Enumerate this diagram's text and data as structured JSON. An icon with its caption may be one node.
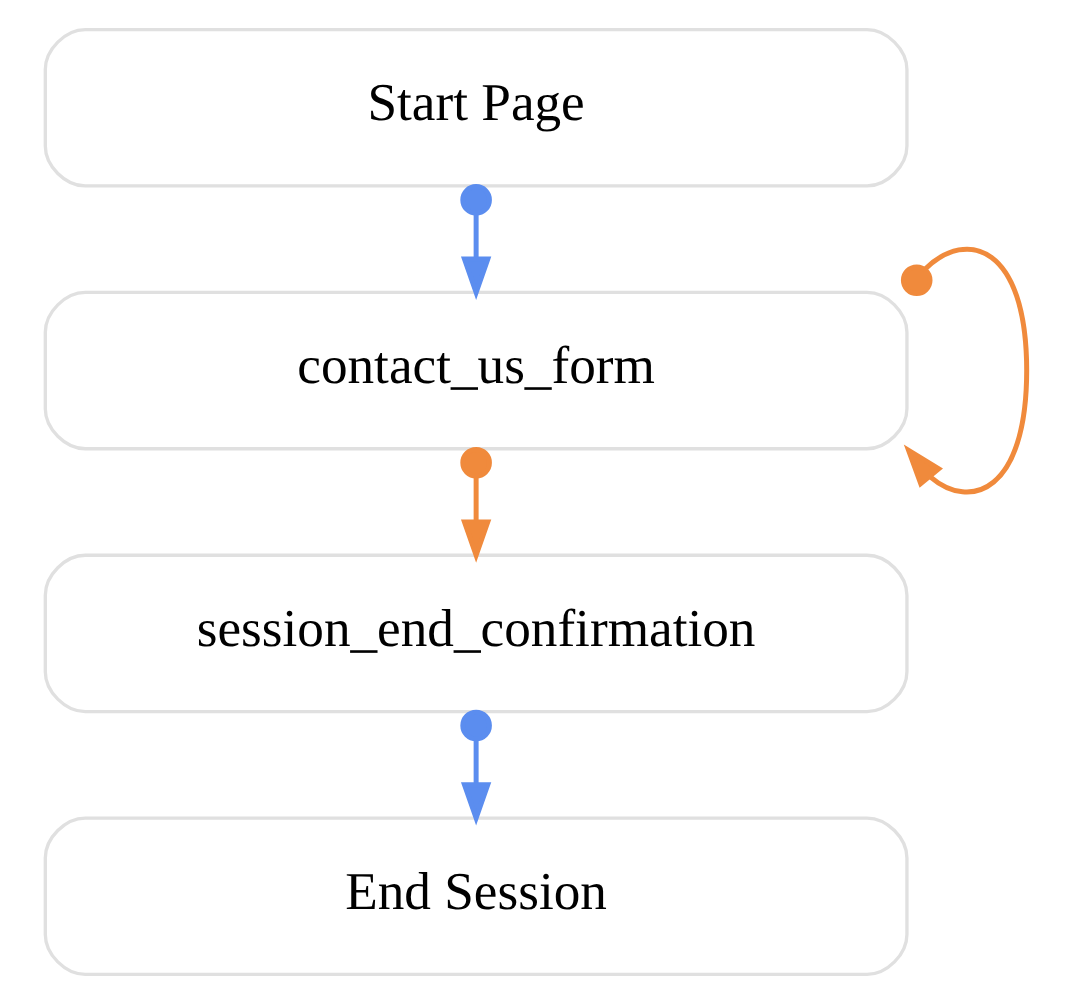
{
  "diagram": {
    "nodes": [
      {
        "text": [
          "Start Page"
        ]
      },
      {
        "text": [
          "contact_us_form"
        ]
      },
      {
        "text": [
          "session_end_confirmation"
        ]
      },
      {
        "text": [
          "End Session"
        ]
      }
    ],
    "edges": [
      {
        "from": 0,
        "to": 1,
        "arrow": "to",
        "color": "#5b8def"
      },
      {
        "from": 1,
        "to": 1,
        "arrow": "to",
        "color": "#f08a3c"
      },
      {
        "from": 1,
        "to": 2,
        "arrow": "to",
        "color": "#f08a3c"
      },
      {
        "from": 2,
        "to": 3,
        "arrow": "to",
        "color": "#5b8def"
      }
    ]
  }
}
